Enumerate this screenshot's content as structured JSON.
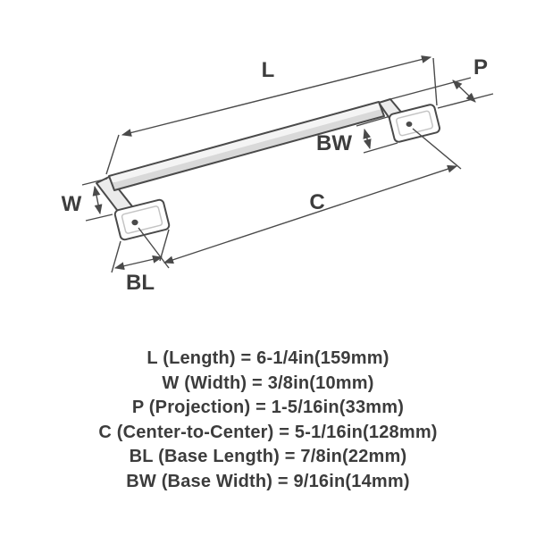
{
  "diagram": {
    "dim_labels": {
      "L": "L",
      "P": "P",
      "W": "W",
      "BW": "BW",
      "C": "C",
      "BL": "BL"
    }
  },
  "specs": [
    {
      "id": "L",
      "text": "L (Length) = 6-1/4in(159mm)"
    },
    {
      "id": "W",
      "text": "W (Width) = 3/8in(10mm)"
    },
    {
      "id": "P",
      "text": "P (Projection) = 1-5/16in(33mm)"
    },
    {
      "id": "C",
      "text": "C (Center-to-Center) = 5-1/16in(128mm)"
    },
    {
      "id": "BL",
      "text": "BL (Base Length) = 7/8in(22mm)"
    },
    {
      "id": "BW",
      "text": "BW (Base Width) = 9/16in(14mm)"
    }
  ],
  "colors": {
    "line": "#4a4a4a",
    "text": "#3c3c3c",
    "shade": "#d9d9d9"
  }
}
